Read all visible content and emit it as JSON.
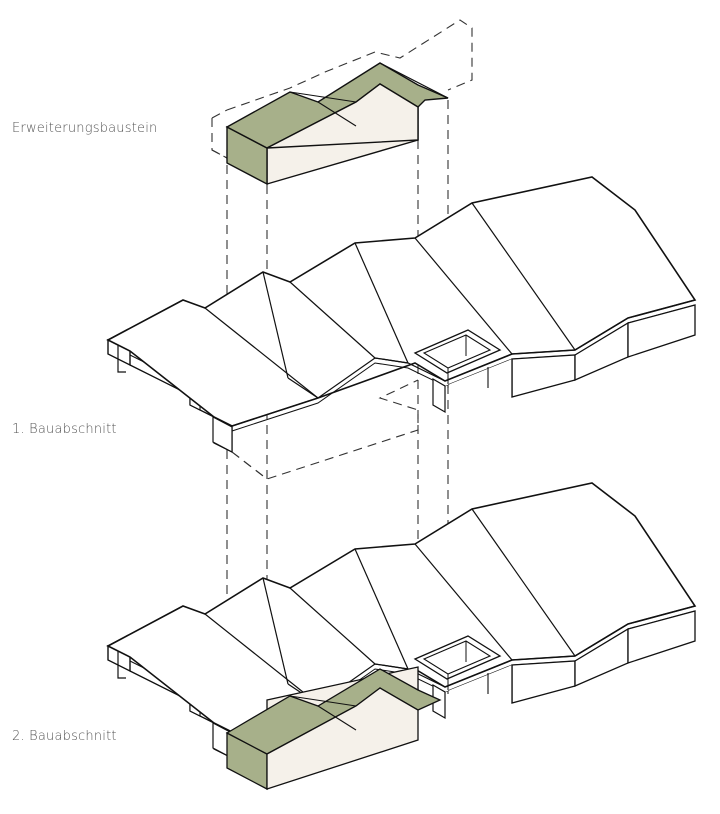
{
  "labels": {
    "extension": "Erweiterungsbaustein",
    "stage1": "1. Bauabschnitt",
    "stage2": "2. Bauabschnitt"
  },
  "colors": {
    "roof_green": "#a7b08a",
    "wall_cream": "#f5f1ea",
    "building_fill": "#ffffff",
    "outline": "#111111",
    "dashed": "#333333",
    "label_text": "#555555"
  }
}
